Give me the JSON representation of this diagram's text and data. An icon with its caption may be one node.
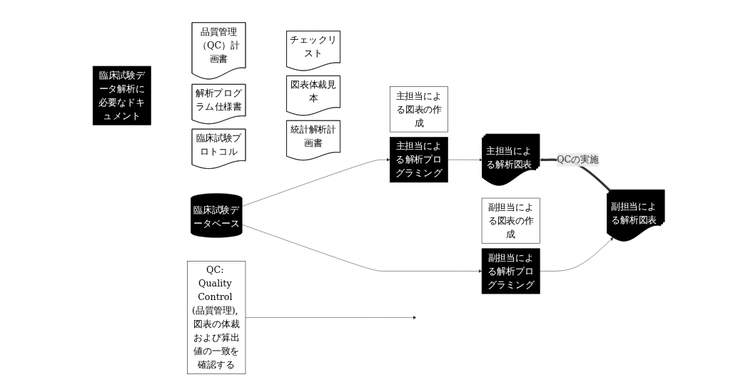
{
  "diagram": {
    "nodes": [
      {
        "text": [
          "臨床試験データ解析に必要なドキュメント"
        ]
      },
      {
        "text": [
          "臨床試験プロトコル"
        ]
      },
      {
        "text": [
          "統計解析計画書"
        ]
      },
      {
        "text": [
          "解析プログラム仕様書"
        ]
      },
      {
        "text": [
          "図表体裁見本"
        ]
      },
      {
        "text": [
          "品質管理（QC）計画書"
        ]
      },
      {
        "text": [
          "チェックリスト"
        ]
      },
      {
        "text": [
          "臨床試験データベース"
        ]
      },
      {
        "text": [
          "主担当による図表の作成"
        ]
      },
      {
        "text": [
          "主担当による解析プログラミング"
        ]
      },
      {
        "text": [
          "主担当による解析図表"
        ]
      },
      {
        "text": [
          "副担当による図表の作成"
        ]
      },
      {
        "text": [
          "副担当による解析プログラミング"
        ]
      },
      {
        "text": [
          "副担当による解析図表"
        ]
      },
      {
        "text": [
          "QC: Quality Control (品質管理), 図表の体裁および算出値の一致を確認する"
        ]
      }
    ],
    "edges": [
      {
        "from": 7,
        "to": 9,
        "arrow": "to"
      },
      {
        "from": 9,
        "to": 10,
        "arrow": "to"
      },
      {
        "from": 7,
        "to": 12,
        "arrow": "to"
      },
      {
        "from": 12,
        "to": 13,
        "arrow": "to"
      },
      {
        "from": 10,
        "to": 13,
        "arrow": "both",
        "label": "QCの実施",
        "style": "thick"
      },
      {
        "from": 14,
        "to": null,
        "arrow": "to"
      }
    ]
  }
}
